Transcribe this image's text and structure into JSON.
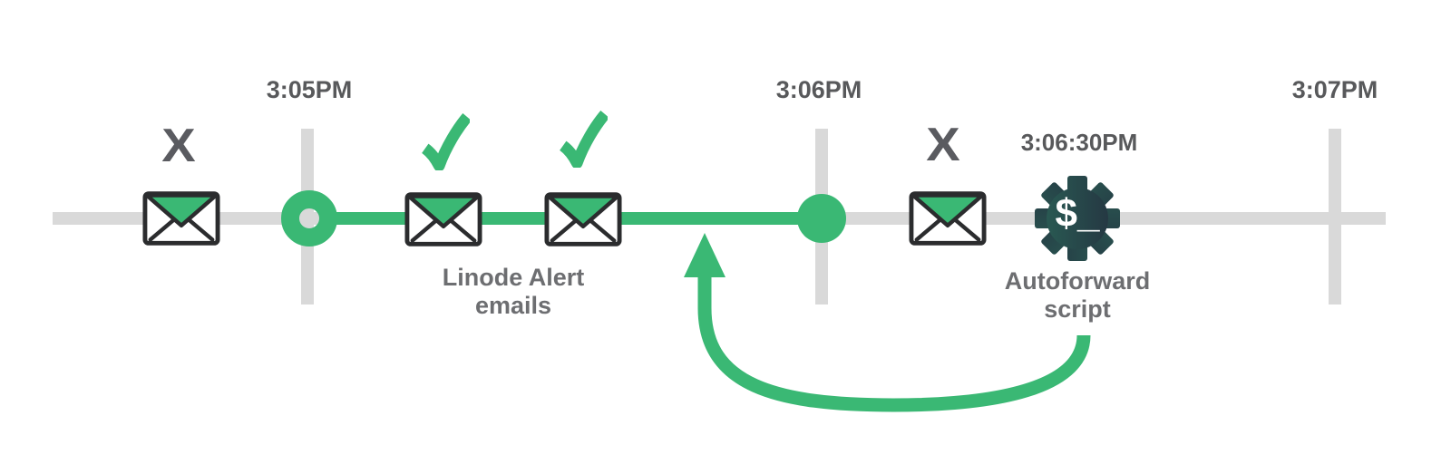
{
  "timeline": {
    "ticks": [
      {
        "label": "3:05PM"
      },
      {
        "label": "3:06PM"
      },
      {
        "label": "3:07PM"
      }
    ],
    "event_time_label": "3:06:30PM",
    "fail_marker": "X",
    "gear_glyph": "$_",
    "captions": {
      "alert_line1": "Linode Alert",
      "alert_line2": "emails",
      "autoforward_line1": "Autoforward",
      "autoforward_line2": "script"
    },
    "events": [
      {
        "name": "email-before-3:05",
        "icon": "envelope-icon",
        "marker": "X"
      },
      {
        "name": "linode-alert-email-1",
        "icon": "envelope-icon",
        "marker": "check"
      },
      {
        "name": "linode-alert-email-2",
        "icon": "envelope-icon",
        "marker": "check"
      },
      {
        "name": "email-after-3:06",
        "icon": "envelope-icon",
        "marker": "X"
      },
      {
        "name": "autoforward-script",
        "icon": "gear-terminal-icon",
        "time": "3:06:30PM"
      }
    ],
    "colors": {
      "accent_green": "#3ab874",
      "timeline_gray": "#d9d9d9",
      "time_text": "#58595b",
      "caption_text": "#6d6e71",
      "envelope_outline": "#2b2c2e",
      "gear_gradient_left": "#2a5f55",
      "gear_gradient_right": "#243240"
    }
  }
}
